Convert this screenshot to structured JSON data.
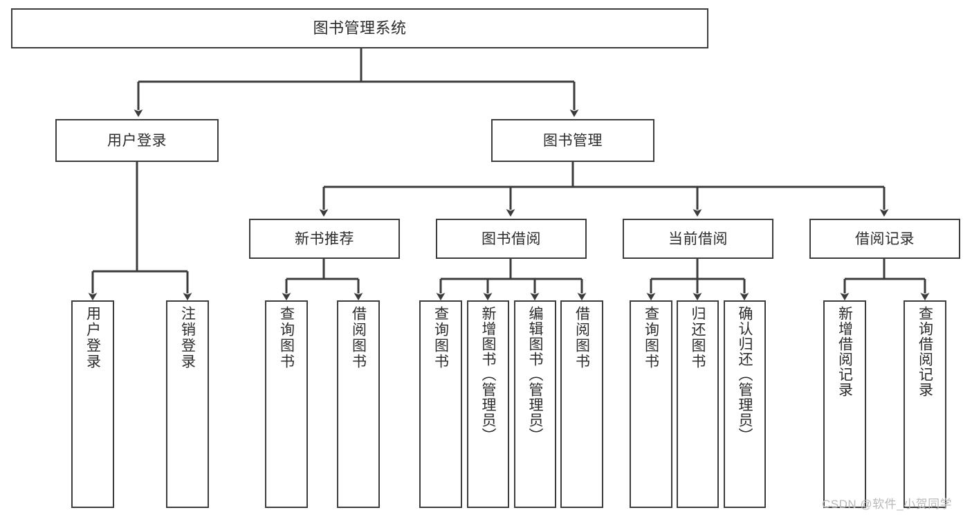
{
  "diagram": {
    "title": "图书管理系统",
    "watermark": "CSDN @软件_小贺同学",
    "colors": {
      "stroke": "#3b3b3b",
      "background": "#ffffff",
      "text": "#2b2b2b",
      "watermark": "#b9b9b9"
    },
    "root": {
      "label": "图书管理系统"
    },
    "level2": [
      {
        "label": "用户登录"
      },
      {
        "label": "图书管理"
      }
    ],
    "level3": [
      {
        "label": "新书推荐"
      },
      {
        "label": "图书借阅"
      },
      {
        "label": "当前借阅"
      },
      {
        "label": "借阅记录"
      }
    ],
    "leaves": [
      {
        "label": "用户登录",
        "parent": "用户登录"
      },
      {
        "label": "注销登录",
        "parent": "用户登录"
      },
      {
        "label": "查询图书",
        "parent": "新书推荐"
      },
      {
        "label": "借阅图书",
        "parent": "新书推荐"
      },
      {
        "label": "查询图书",
        "parent": "图书借阅"
      },
      {
        "label": "新增图书（管理员）",
        "parent": "图书借阅"
      },
      {
        "label": "编辑图书（管理员）",
        "parent": "图书借阅"
      },
      {
        "label": "借阅图书",
        "parent": "图书借阅"
      },
      {
        "label": "查询图书",
        "parent": "当前借阅"
      },
      {
        "label": "归还图书",
        "parent": "当前借阅"
      },
      {
        "label": "确认归还（管理员）",
        "parent": "当前借阅"
      },
      {
        "label": "新增借阅记录",
        "parent": "借阅记录"
      },
      {
        "label": "查询借阅记录",
        "parent": "借阅记录"
      }
    ]
  }
}
